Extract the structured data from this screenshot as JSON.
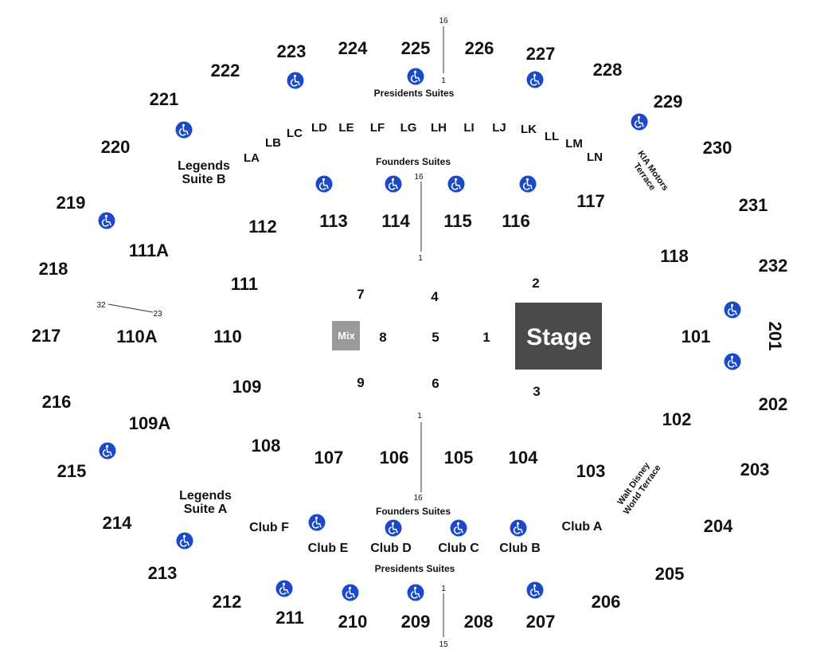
{
  "stage": {
    "label": "Stage"
  },
  "mix": {
    "label": "Mix"
  },
  "sections_200": [
    "201",
    "202",
    "203",
    "204",
    "205",
    "206",
    "207",
    "208",
    "209",
    "210",
    "211",
    "212",
    "213",
    "214",
    "215",
    "216",
    "217",
    "218",
    "219",
    "220",
    "221",
    "222",
    "223",
    "224",
    "225",
    "226",
    "227",
    "228",
    "229",
    "230",
    "231",
    "232"
  ],
  "sections_100": [
    "101",
    "102",
    "103",
    "104",
    "105",
    "106",
    "107",
    "108",
    "109",
    "109A",
    "110",
    "110A",
    "111",
    "111A",
    "112",
    "113",
    "114",
    "115",
    "116",
    "117",
    "118"
  ],
  "loge_rows": [
    "LA",
    "LB",
    "LC",
    "LD",
    "LE",
    "LF",
    "LG",
    "LH",
    "LI",
    "LJ",
    "LK",
    "LL",
    "LM",
    "LN"
  ],
  "floor_sections": [
    "1",
    "2",
    "3",
    "4",
    "5",
    "6",
    "7",
    "8",
    "9"
  ],
  "labels": {
    "presidents_suites": "Presidents Suites",
    "founders_suites": "Founders Suites",
    "legends_suite_b_line1": "Legends",
    "legends_suite_b_line2": "Suite B",
    "legends_suite_a_line1": "Legends",
    "legends_suite_a_line2": "Suite A",
    "kia_line1": "KIA Motors",
    "kia_line2": "Terrace",
    "disney_line1": "Walt Disney",
    "disney_line2": "World Terrace",
    "clubs": [
      "Club F",
      "Club E",
      "Club D",
      "Club C",
      "Club B",
      "Club A"
    ]
  },
  "row_markers": {
    "top_presidents": [
      "16",
      "1"
    ],
    "top_founders": [
      "16",
      "1"
    ],
    "bottom_founders": [
      "1",
      "16"
    ],
    "bottom_presidents": [
      "1",
      "15"
    ],
    "left_side": [
      "32",
      "23"
    ]
  },
  "icons": {
    "accessible": "wheelchair-icon",
    "accessible_color": "#1a49c9"
  },
  "colors": {
    "stage": "#4a4a4a",
    "mix": "#9a9a9a"
  }
}
